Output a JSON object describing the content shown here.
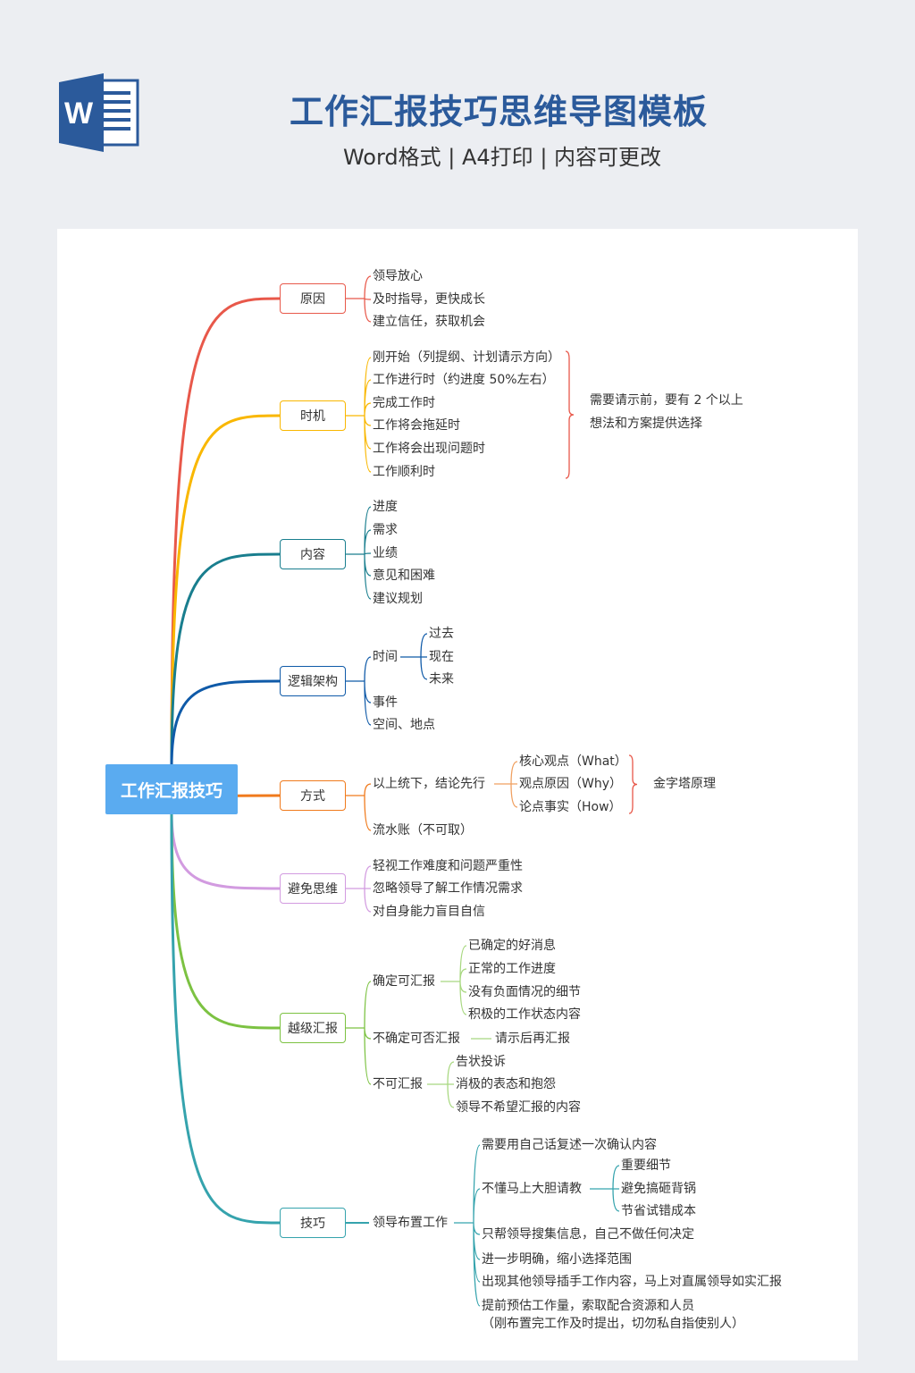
{
  "header": {
    "title": "工作汇报技巧思维导图模板",
    "subtitle": "Word格式 | A4打印 | 内容可更改",
    "logo_letter": "W"
  },
  "colors": {
    "title": "#2b5a9b",
    "root": "#5aabf0"
  },
  "root": "工作汇报技巧",
  "branches": [
    {
      "label": "原因",
      "color": "#e8584a",
      "children": [
        "领导放心",
        "及时指导，更快成长",
        "建立信任，获取机会"
      ]
    },
    {
      "label": "时机",
      "color": "#f9b700",
      "children": [
        "刚开始（列提纲、计划请示方向）",
        "工作进行时（约进度 50%左右）",
        "完成工作时",
        "工作将会拖延时",
        "工作将会出现问题时",
        "工作顺利时"
      ],
      "note": [
        "需要请示前，要有 2 个以上",
        "想法和方案提供选择"
      ]
    },
    {
      "label": "内容",
      "color": "#197e8e",
      "children": [
        "进度",
        "需求",
        "业绩",
        "意见和困难",
        "建议规划"
      ]
    },
    {
      "label": "逻辑架构",
      "color": "#0f5aa8",
      "children": [
        "时间",
        "事件",
        "空间、地点"
      ],
      "time_children": [
        "过去",
        "现在",
        "未来"
      ]
    },
    {
      "label": "方式",
      "color": "#f07a1c",
      "children": [
        "以上统下，结论先行",
        "流水账（不可取）"
      ],
      "sub": [
        "核心观点（What）",
        "观点原因（Why）",
        "论点事实（How）"
      ],
      "note": "金字塔原理"
    },
    {
      "label": "避免思维",
      "color": "#d29be0",
      "children": [
        "轻视工作难度和问题严重性",
        "忽略领导了解工作情况需求",
        "对自身能力盲目自信"
      ]
    },
    {
      "label": "越级汇报",
      "color": "#7cc242",
      "children": [
        "确定可汇报",
        "不确定可否汇报",
        "不可汇报"
      ],
      "can": [
        "已确定的好消息",
        "正常的工作进度",
        "没有负面情况的细节",
        "积极的工作状态内容"
      ],
      "unsure": "请示后再汇报",
      "cannot": [
        "告状投诉",
        "消极的表态和抱怨",
        "领导不希望汇报的内容"
      ]
    },
    {
      "label": "技巧",
      "color": "#35a3ad",
      "child": "领导布置工作",
      "children": [
        "需要用自己话复述一次确认内容",
        "不懂马上大胆请教",
        "只帮领导搜集信息，自己不做任何决定",
        "进一步明确，缩小选择范围",
        "出现其他领导插手工作内容，马上对直属领导如实汇报",
        "提前预估工作量，索取配合资源和人员",
        "（刚布置完工作及时提出，切勿私自指使别人）"
      ],
      "ask": [
        "重要细节",
        "避免搞砸背锅",
        "节省试错成本"
      ]
    }
  ]
}
